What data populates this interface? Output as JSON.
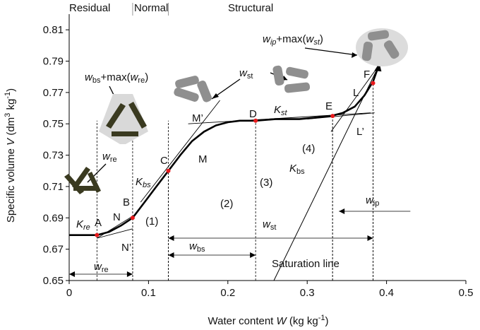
{
  "chart_data": {
    "type": "line",
    "xlabel": "Water content W (kg kg⁻¹)",
    "ylabel": "Specific volume V (dm³ kg⁻¹)",
    "xlim": [
      0,
      0.5
    ],
    "ylim": [
      0.65,
      0.82
    ],
    "x_ticks": [
      "0",
      "0.1",
      "0.2",
      "0.3",
      "0.4",
      "0.5"
    ],
    "y_ticks": [
      "0.65",
      "0.67",
      "0.69",
      "0.71",
      "0.73",
      "0.75",
      "0.77",
      "0.79",
      "0.81"
    ],
    "x_tick_values": [
      0,
      0.1,
      0.2,
      0.3,
      0.4,
      0.5
    ],
    "y_tick_values": [
      0.65,
      0.67,
      0.69,
      0.71,
      0.73,
      0.75,
      0.77,
      0.79,
      0.81
    ],
    "grid": false,
    "zones": [
      "Residual",
      "Normal",
      "Structural"
    ],
    "zone_boundaries_x": [
      0.08,
      0.125
    ],
    "shrinkage_curve": {
      "x": [
        0.0,
        0.02,
        0.035,
        0.05,
        0.065,
        0.08,
        0.095,
        0.11,
        0.125,
        0.14,
        0.155,
        0.17,
        0.185,
        0.2,
        0.215,
        0.235,
        0.26,
        0.29,
        0.31,
        0.33,
        0.345,
        0.36,
        0.372,
        0.383,
        0.39
      ],
      "y": [
        0.679,
        0.679,
        0.679,
        0.681,
        0.685,
        0.69,
        0.7,
        0.71,
        0.72,
        0.73,
        0.739,
        0.745,
        0.749,
        0.751,
        0.752,
        0.752,
        0.753,
        0.753,
        0.754,
        0.755,
        0.757,
        0.761,
        0.768,
        0.777,
        0.787
      ]
    },
    "points": [
      {
        "name": "A",
        "x": 0.035,
        "y": 0.679
      },
      {
        "name": "B",
        "x": 0.08,
        "y": 0.69
      },
      {
        "name": "C",
        "x": 0.125,
        "y": 0.72
      },
      {
        "name": "D",
        "x": 0.235,
        "y": 0.752
      },
      {
        "name": "E",
        "x": 0.332,
        "y": 0.755
      },
      {
        "name": "F",
        "x": 0.383,
        "y": 0.776
      }
    ],
    "point_labels": [
      "A",
      "B",
      "C",
      "D",
      "E",
      "F"
    ],
    "construction_labels": [
      "N",
      "N’",
      "M’",
      "M",
      "L",
      "L’"
    ],
    "tangent_lines": [
      {
        "x": [
          0.035,
          0.083
        ],
        "y": [
          0.677,
          0.692
        ]
      },
      {
        "x": [
          0.035,
          0.08
        ],
        "y": [
          0.677,
          0.683
        ]
      },
      {
        "x": [
          0.09,
          0.19
        ],
        "y": [
          0.7,
          0.765
        ]
      },
      {
        "x": [
          0.15,
          0.38
        ],
        "y": [
          0.75,
          0.757
        ]
      },
      {
        "x": [
          0.3,
          0.385
        ],
        "y": [
          0.753,
          0.757
        ]
      },
      {
        "x": [
          0.33,
          0.39
        ],
        "y": [
          0.745,
          0.787
        ]
      }
    ],
    "saturation_line": {
      "x": [
        0.258,
        0.393
      ],
      "y": [
        0.65,
        0.79
      ]
    },
    "dashed_verticals_x": [
      0.035,
      0.08,
      0.125,
      0.235,
      0.332,
      0.383
    ],
    "region_labels": [
      "(1)",
      "(2)",
      "(3)",
      "(4)"
    ],
    "slope_labels": [
      "K_re",
      "K_bs",
      "K_st",
      "K_bs"
    ],
    "interval_labels": [
      "w_re",
      "w_bs",
      "w_st",
      "w_ip"
    ],
    "intervals": [
      {
        "label": "w_re",
        "from": 0.0,
        "to": 0.08
      },
      {
        "label": "w_bs",
        "from": 0.125,
        "to": 0.235
      },
      {
        "label": "w_st",
        "from": 0.125,
        "to": 0.383
      },
      {
        "label": "w_ip",
        "from": 0.34,
        "to": 0.43
      }
    ],
    "annotations": {
      "saturation_line": "Saturation line",
      "wbs_max_wre": "w_bs+max(w_re)",
      "wst": "w_st",
      "wip_max_wst": "w_ip+max(w_st)",
      "wre": "w_re"
    }
  },
  "colors": {
    "curve": "#000000",
    "points": "#e8191c",
    "particle": "#3a3a20",
    "particle_mid": "#888888",
    "aggregate_bg": "#dcdcdc"
  }
}
